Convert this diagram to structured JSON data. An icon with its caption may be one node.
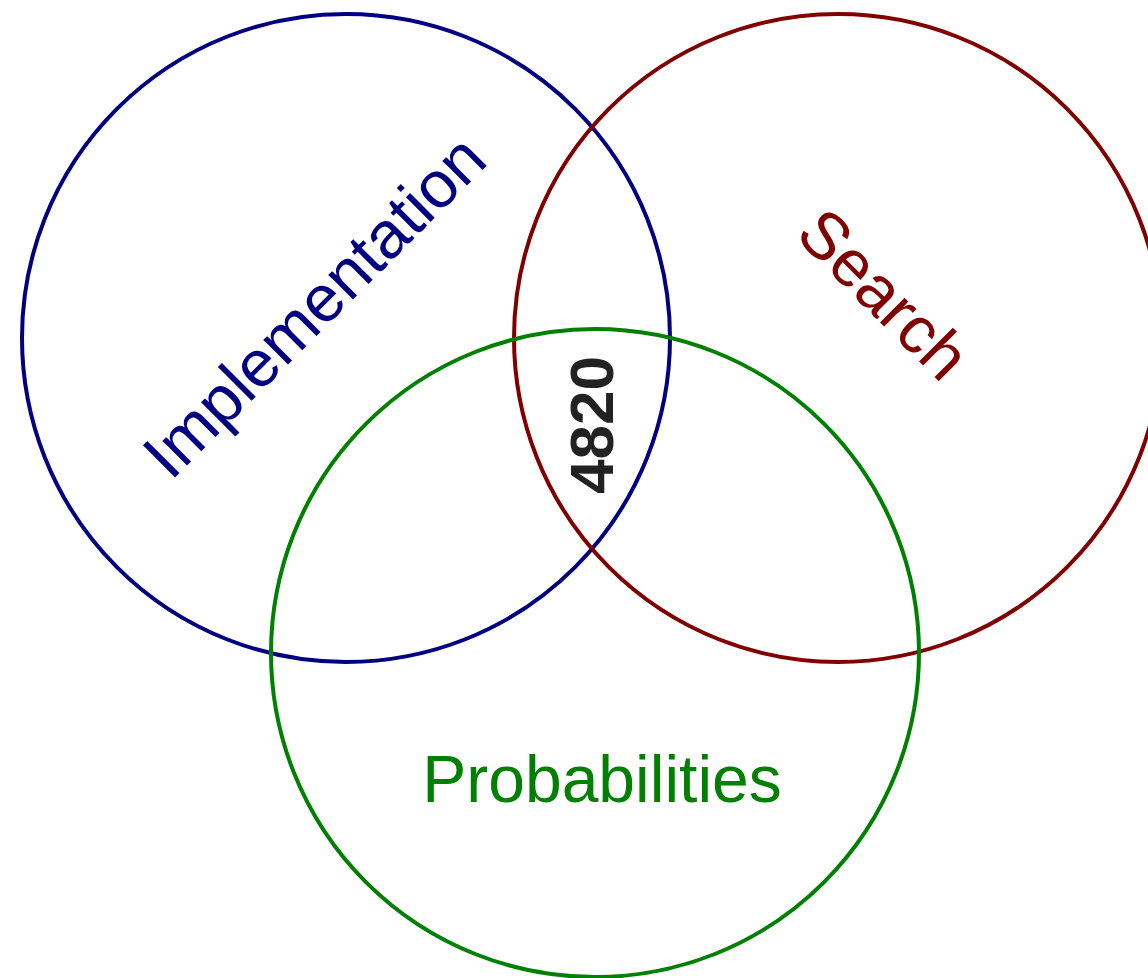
{
  "diagram": {
    "nodes": [
      {
        "text": [
          "Implementation"
        ]
      },
      {
        "text": [
          "Search"
        ]
      },
      {
        "text": [
          "Probabilities"
        ]
      }
    ],
    "labels": [
      "4820"
    ]
  }
}
